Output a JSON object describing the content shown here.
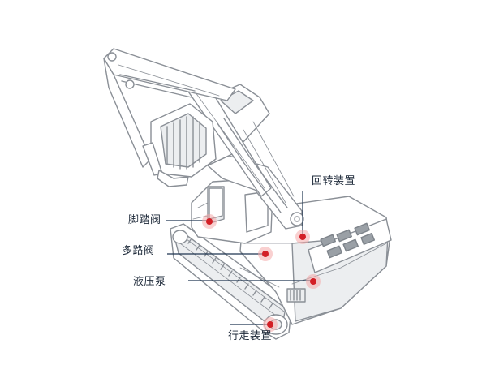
{
  "labels": {
    "slew_device": "回转装置",
    "pedal_valve": "脚踏阀",
    "multiway_valve": "多路阀",
    "hydraulic_pump": "液压泵",
    "travel_device": "行走装置"
  },
  "colors": {
    "marker": "#d31f26",
    "marker_halo": "#f4a9a9",
    "leader_line": "#1f3550",
    "outline": "#8a8f96",
    "label_text": "#1e2a3a"
  }
}
